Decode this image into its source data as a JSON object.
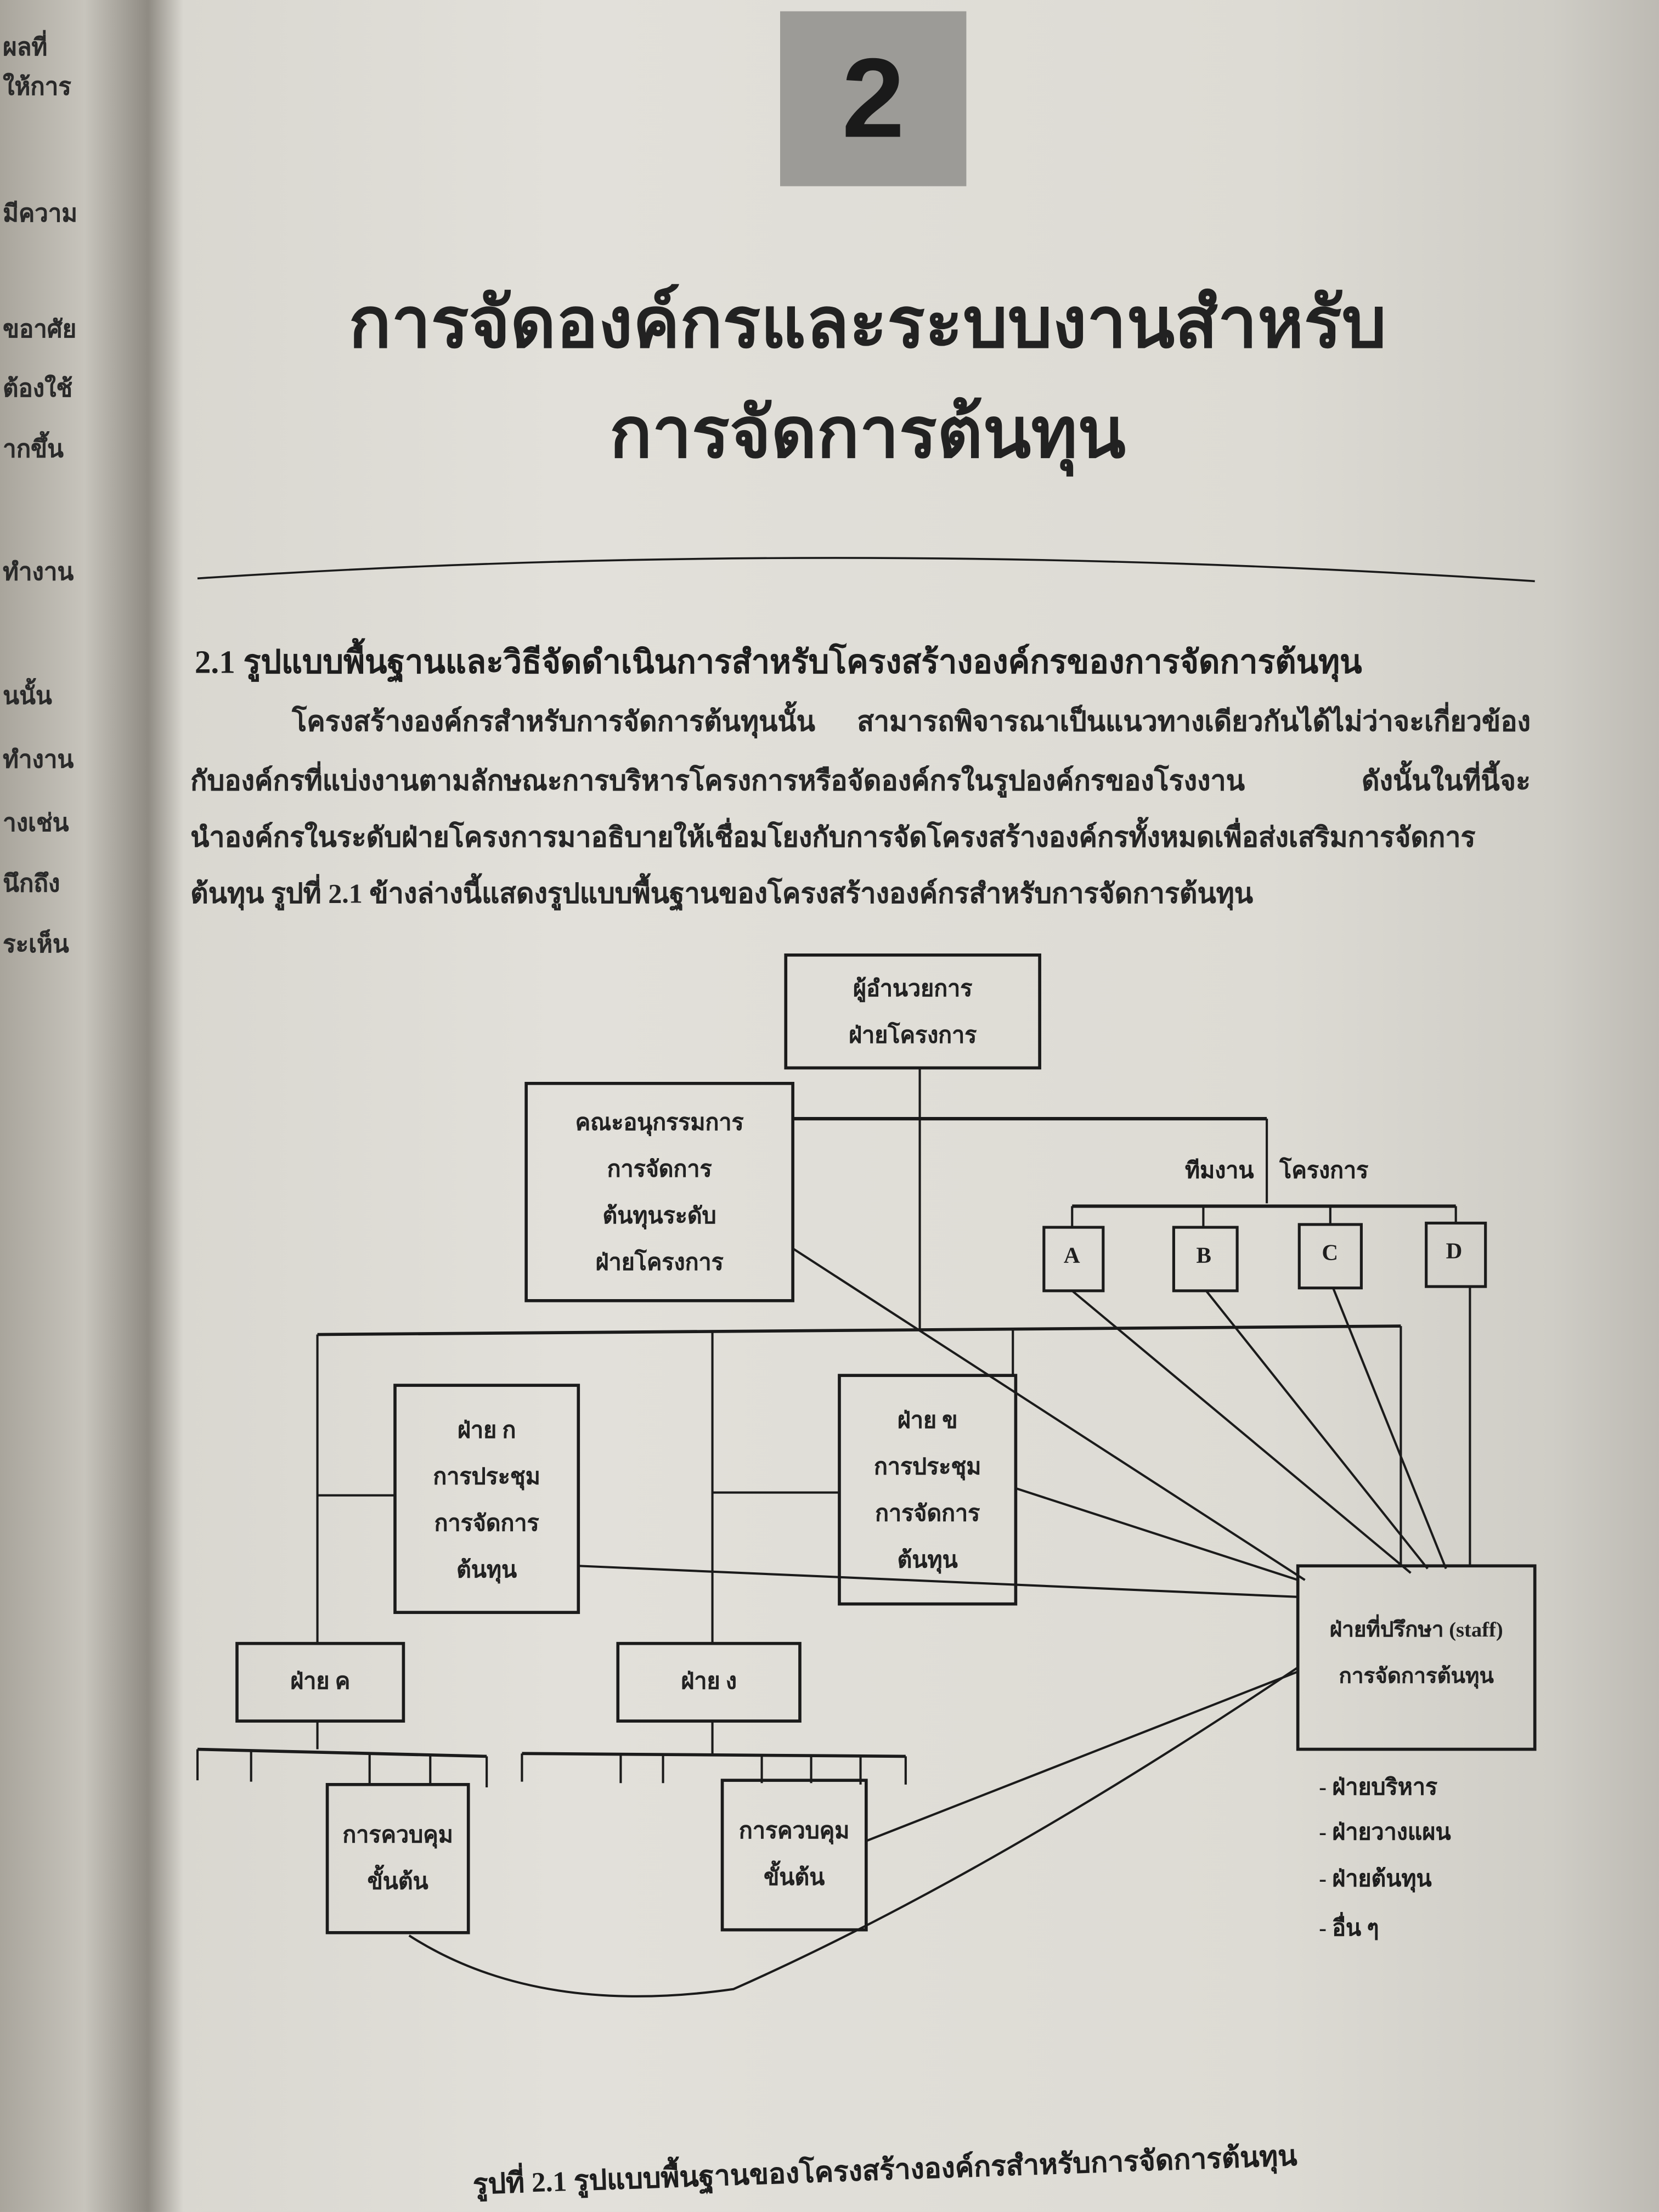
{
  "left_page_fragments": [
    "ผลที่",
    "ให้การ",
    "มีความ",
    "ขอาศัย",
    "ต้องใช้",
    "ากขึ้น",
    "ทำงาน",
    "นนั้น",
    "ทำงาน",
    "างเช่น",
    "นึกถึง",
    "ระเห็น"
  ],
  "chapter_number": "2",
  "chapter_title": [
    "การจัดองค์กรและระบบงานสำหรับ",
    "การจัดการต้นทุน"
  ],
  "section_heading": "2.1 รูปแบบพื้นฐานและวิธีจัดดำเนินการสำหรับโครงสร้างองค์กรของการจัดการต้นทุน",
  "paragraph_lines": [
    "โครงสร้างองค์กรสำหรับการจัดการต้นทุนนั้น   สามารถพิจารณาเป็นแนวทางเดียวกันได้ไม่ว่าจะเกี่ยวข้อง",
    "กับองค์กรที่แบ่งงานตามลักษณะการบริหารโครงการหรือจัดองค์กรในรูปองค์กรของโรงงาน   ดังนั้นในที่นี้จะ",
    "นำองค์กรในระดับฝ่ายโครงการมาอธิบายให้เชื่อมโยงกับการจัดโครงสร้างองค์กรทั้งหมดเพื่อส่งเสริมการจัดการ",
    "ต้นทุน รูปที่ 2.1 ข้างล่างนี้แสดงรูปแบบพื้นฐานของโครงสร้างองค์กรสำหรับการจัดการต้นทุน"
  ],
  "diagram": {
    "director": [
      "ผู้อำนวยการ",
      "ฝ่ายโครงการ"
    ],
    "committee": [
      "คณะอนุกรรมการ",
      "การจัดการ",
      "ต้นทุนระดับ",
      "ฝ่ายโครงการ"
    ],
    "project_team_label": [
      "ทีมงาน",
      "โครงการ"
    ],
    "teams": [
      "A",
      "B",
      "C",
      "D"
    ],
    "division_a": [
      "ฝ่าย ก",
      "การประชุม",
      "การจัดการ",
      "ต้นทุน"
    ],
    "division_b": [
      "ฝ่าย ข",
      "การประชุม",
      "การจัดการ",
      "ต้นทุน"
    ],
    "division_c": "ฝ่าย ค",
    "division_d": "ฝ่าย ง",
    "staff": [
      "ฝ่ายที่ปรึกษา (staff)",
      "การจัดการต้นทุน"
    ],
    "control": [
      "การควบคุม",
      "ขั้นต้น"
    ],
    "staff_list": [
      "- ฝ่ายบริหาร",
      "- ฝ่ายวางแผน",
      "- ฝ่ายต้นทุน",
      "- อื่น ๆ"
    ]
  },
  "caption": "รูปที่ 2.1  รูปแบบพื้นฐานของโครงสร้างองค์กรสำหรับการจัดการต้นทุน"
}
